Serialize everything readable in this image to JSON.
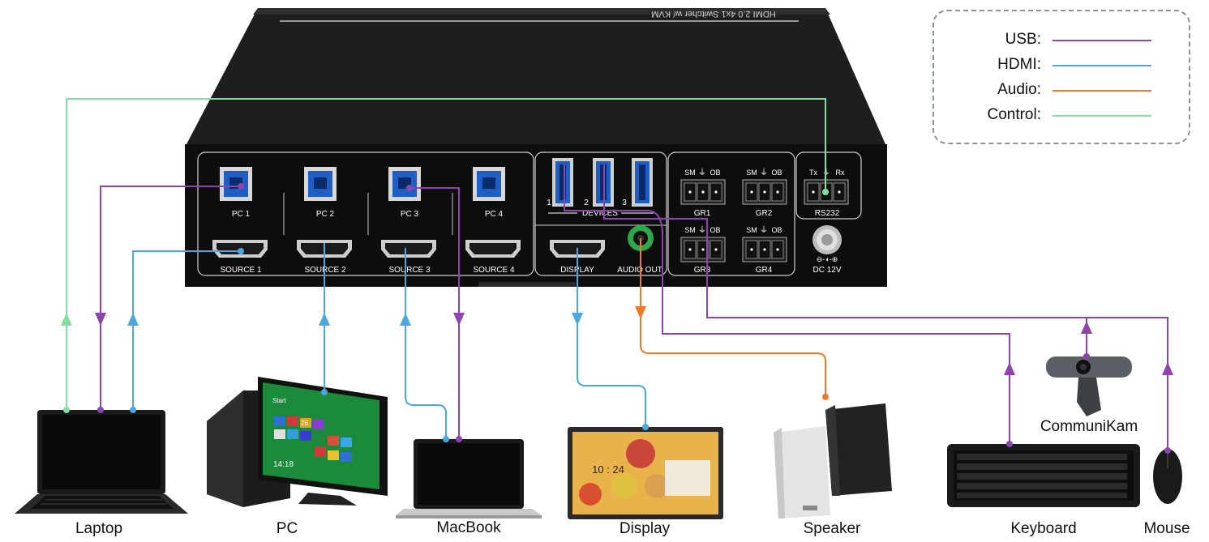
{
  "device": {
    "title": "HDMI 2.0 4x1 Switcher w/ KVM",
    "usb_b_ports": [
      "PC 1",
      "PC 2",
      "PC 3",
      "PC 4"
    ],
    "hdmi_inputs": [
      "SOURCE 1",
      "SOURCE 2",
      "SOURCE 3",
      "SOURCE 4"
    ],
    "display_label": "DISPLAY",
    "audio_label": "AUDIO OUT",
    "devices_label": "DEVICES",
    "usb_a_numbers": [
      "1",
      "2",
      "3"
    ],
    "gpio": {
      "pin_labels": {
        "sm": "SM",
        "gnd": "⏚",
        "ob": "OB"
      },
      "groups": [
        "GR1",
        "GR2",
        "GR3",
        "GR4"
      ]
    },
    "rs232": {
      "tx": "Tx",
      "gnd": "⏚",
      "rx": "Rx",
      "label": "RS232"
    },
    "power_label": "DC 12V"
  },
  "legend": [
    {
      "name": "USB:",
      "color": "#8e44b0"
    },
    {
      "name": "HDMI:",
      "color": "#4aa7e0"
    },
    {
      "name": "Audio:",
      "color": "#f07a2a"
    },
    {
      "name": "Control:",
      "color": "#7fe0a0"
    }
  ],
  "devices": {
    "laptop": "Laptop",
    "pc": "PC",
    "macbook": "MacBook",
    "display": "Display",
    "speaker": "Speaker",
    "camera": "CommuniKam",
    "keyboard": "Keyboard",
    "mouse": "Mouse"
  },
  "screens": {
    "pc_start": "Start",
    "pc_time": "14:18",
    "pc_tile_number": "26",
    "display_time": "10 : 24"
  }
}
